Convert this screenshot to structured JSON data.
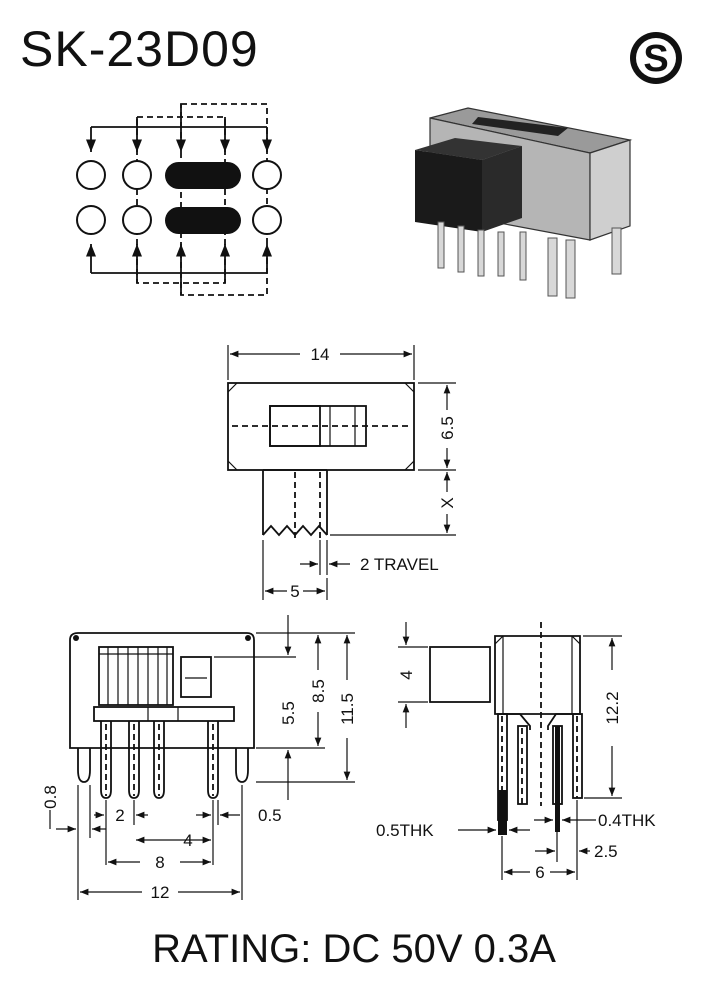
{
  "title": "SK-23D09",
  "rating": "RATING: DC 50V 0.3A",
  "logo_icon": "s-circle-logo-icon",
  "dimensions": {
    "top_width": "14",
    "top_height": "6.5",
    "actuator_length": "X",
    "travel": "2 TRAVEL",
    "actuator_width": "5",
    "front_h1": "5.5",
    "front_h2": "8.5",
    "front_h3": "11.5",
    "pin_dia": "0.8",
    "pitch": "2",
    "pin_pitch_4": "4",
    "pin_thk": "0.5",
    "span_8": "8",
    "span_12": "12",
    "side_act": "4",
    "side_height": "12.2",
    "side_thk_left": "0.5THK",
    "side_thk_right": "0.4THK",
    "side_off": "2.5",
    "side_span": "6"
  }
}
